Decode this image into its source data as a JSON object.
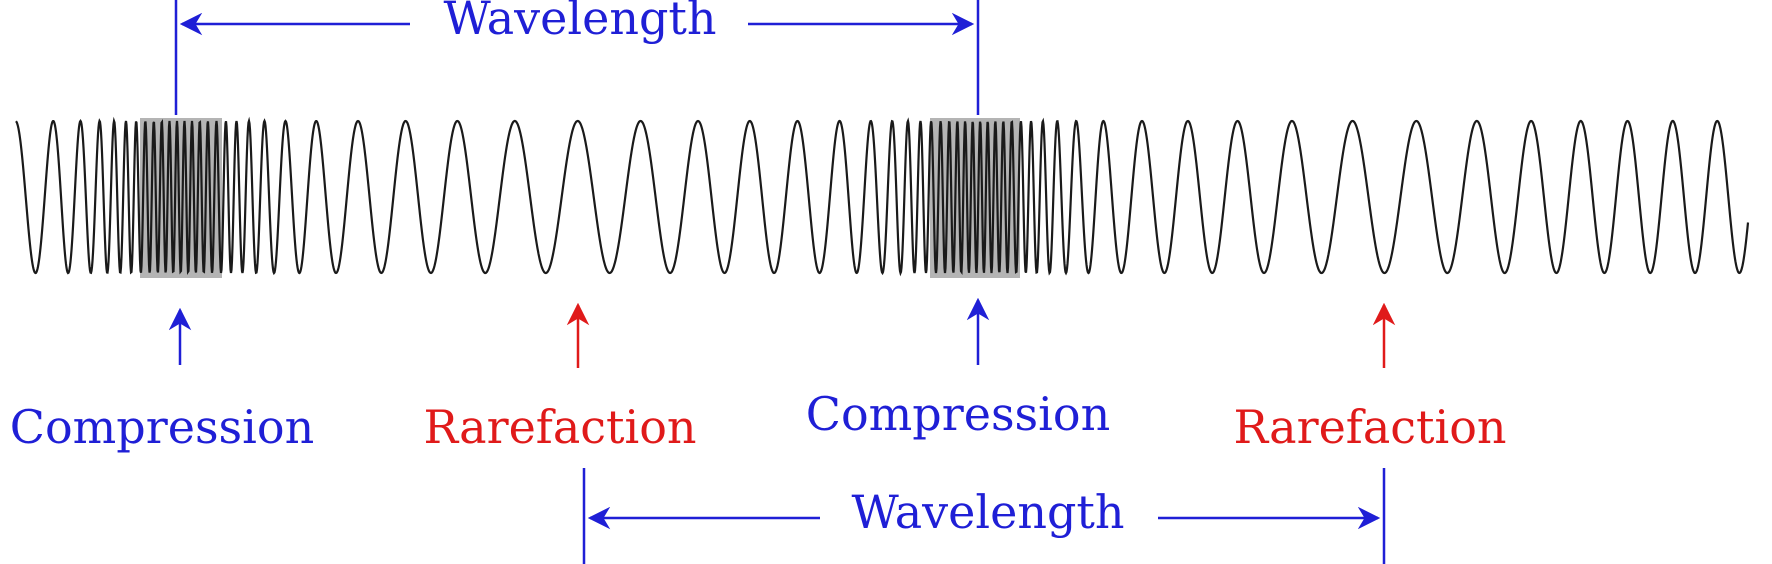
{
  "colors": {
    "compression": "#1f1fd6",
    "rarefaction": "#e01a1a",
    "wave": "#1a1a1a",
    "wave_dense_fill": "#555555"
  },
  "labels": {
    "wavelength_top": "Wavelength",
    "wavelength_bottom": "Wavelength",
    "compression_1": "Compression",
    "compression_2": "Compression",
    "rarefaction_1": "Rarefaction",
    "rarefaction_2": "Rarefaction"
  }
}
